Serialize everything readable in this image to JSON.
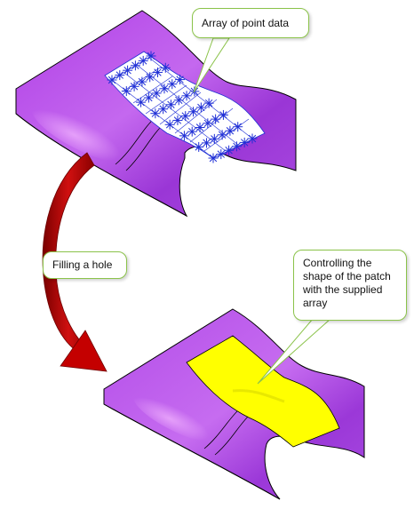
{
  "callouts": {
    "point_array": {
      "lines": [
        "Array of point data"
      ]
    },
    "filling_hole": {
      "lines": [
        "Filling a hole"
      ]
    },
    "controlling_patch": {
      "lines": [
        "Controlling the",
        "shape of the patch",
        "with the supplied",
        "array"
      ]
    }
  },
  "colors": {
    "surface": "#b34de6",
    "surface_highlight": "#d889f5",
    "hole": "#ffffff",
    "point_markers": "#1f2fd6",
    "patch_fill": "#ffff00",
    "arrow": "#c00000",
    "callout_border": "#8bc34a"
  },
  "icons": {
    "point_marker": "asterisk-icon",
    "transition_arrow": "curved-arrow-icon"
  }
}
